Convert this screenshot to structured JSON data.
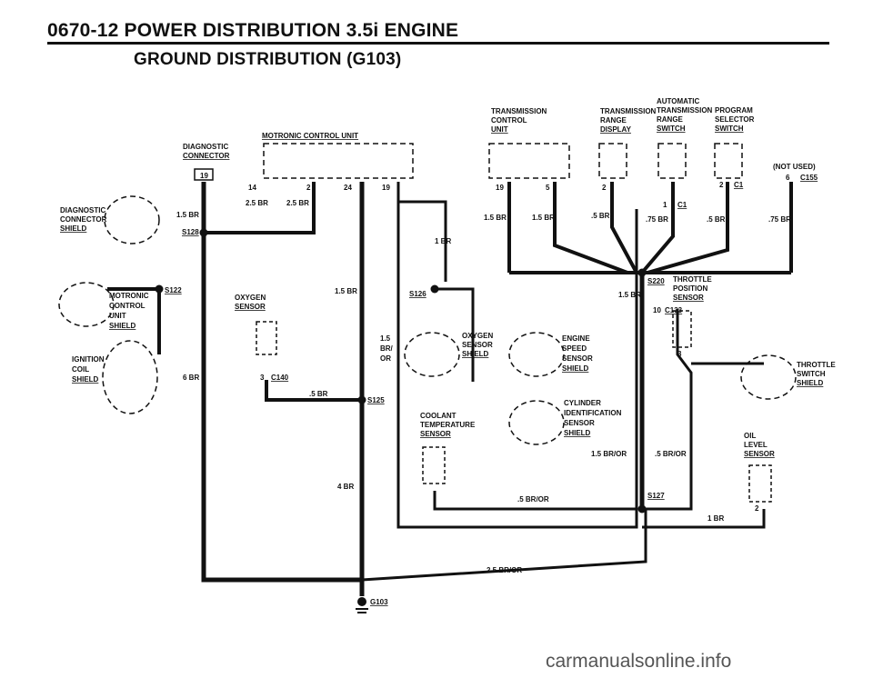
{
  "header": {
    "title": "0670-12  POWER DISTRIBUTION   3.5i ENGINE",
    "subtitle": "GROUND DISTRIBUTION (G103)"
  },
  "components": {
    "motronic_control_unit": "MOTRONIC CONTROL UNIT",
    "diagnostic_connector": [
      "DIAGNOSTIC",
      "CONNECTOR"
    ],
    "diagnostic_connector_shield": [
      "DIAGNOSTIC",
      "CONNECTOR",
      "SHIELD"
    ],
    "motronic_control_unit_shield": [
      "MOTRONIC",
      "CONTROL",
      "UNIT",
      "SHIELD"
    ],
    "ignition_coil_shield": [
      "IGNITION",
      "COIL",
      "SHIELD"
    ],
    "oxygen_sensor": [
      "OXYGEN",
      "SENSOR"
    ],
    "oxygen_sensor_shield": [
      "OXYGEN",
      "SENSOR",
      "SHIELD"
    ],
    "coolant_temperature_sensor": [
      "COOLANT",
      "TEMPERATURE",
      "SENSOR"
    ],
    "engine_speed_sensor_shield": [
      "ENGINE",
      "SPEED",
      "SENSOR",
      "SHIELD"
    ],
    "cylinder_identification_sensor_shield": [
      "CYLINDER",
      "IDENTIFICATION",
      "SENSOR",
      "SHIELD"
    ],
    "transmission_control_unit": [
      "TRANSMISSION",
      "CONTROL",
      "UNIT"
    ],
    "transmission_range_display": [
      "TRANSMISSION",
      "RANGE",
      "DISPLAY"
    ],
    "automatic_transmission_range_switch": [
      "AUTOMATIC",
      "TRANSMISSION",
      "RANGE",
      "SWITCH"
    ],
    "program_selector_switch": [
      "PROGRAM",
      "SELECTOR",
      "SWITCH"
    ],
    "not_used": "(NOT USED)",
    "throttle_position_sensor": [
      "THROTTLE",
      "POSITION",
      "SENSOR"
    ],
    "throttle_switch_shield": [
      "THROTTLE",
      "SWITCH",
      "SHIELD"
    ],
    "oil_level_sensor": [
      "OIL",
      "LEVEL",
      "SENSOR"
    ]
  },
  "splices": {
    "s128": "S128",
    "s122": "S122",
    "s126": "S126",
    "s125": "S125",
    "s220": "S220",
    "s127": "S127",
    "ground": "G103"
  },
  "connectors": {
    "c140": "C140",
    "c133": "C133",
    "c1": "C1",
    "c1b": "C1",
    "c155": "C155"
  },
  "pins": {
    "diag_19": "19",
    "mcu_14": "14",
    "mcu_2": "2",
    "mcu_24": "24",
    "mcu_19": "19",
    "tcu_19": "19",
    "tcu_5": "5",
    "trd_2": "2",
    "atrs_1": "1",
    "pss_2": "2",
    "nu_6": "6",
    "c140_3": "3",
    "tps_10": "10",
    "tps_3": "3",
    "oil_2": "2"
  },
  "wires": {
    "w_15br_diag": "1.5 BR",
    "w_25br_a": "2.5 BR",
    "w_25br_b": "2.5 BR",
    "w_15br_mcu": "1.5 BR",
    "w_6br": "6 BR",
    "w_5br_c140": ".5 BR",
    "w_4br": "4 BR",
    "w_1br_s126": "1 BR",
    "w_15broh": [
      "1.5",
      "BR/",
      "OR"
    ],
    "w_15br_tcu1": "1.5 BR",
    "w_15br_tcu2": "1.5 BR",
    "w_5br_trd": ".5 BR",
    "w_75br_a": ".75 BR",
    "w_5br_pss": ".5 BR",
    "w_75br_nu": ".75 BR",
    "w_15br_s220": "1.5 BR",
    "w_15bror": "1.5 BR/OR",
    "w_5bror_a": ".5 BR/OR",
    "w_5bror_b": ".5 BR/OR",
    "w_1br_oil": "1 BR",
    "w_25bror": "2.5 BR/OR"
  },
  "watermark": "carmanualsonline.info"
}
